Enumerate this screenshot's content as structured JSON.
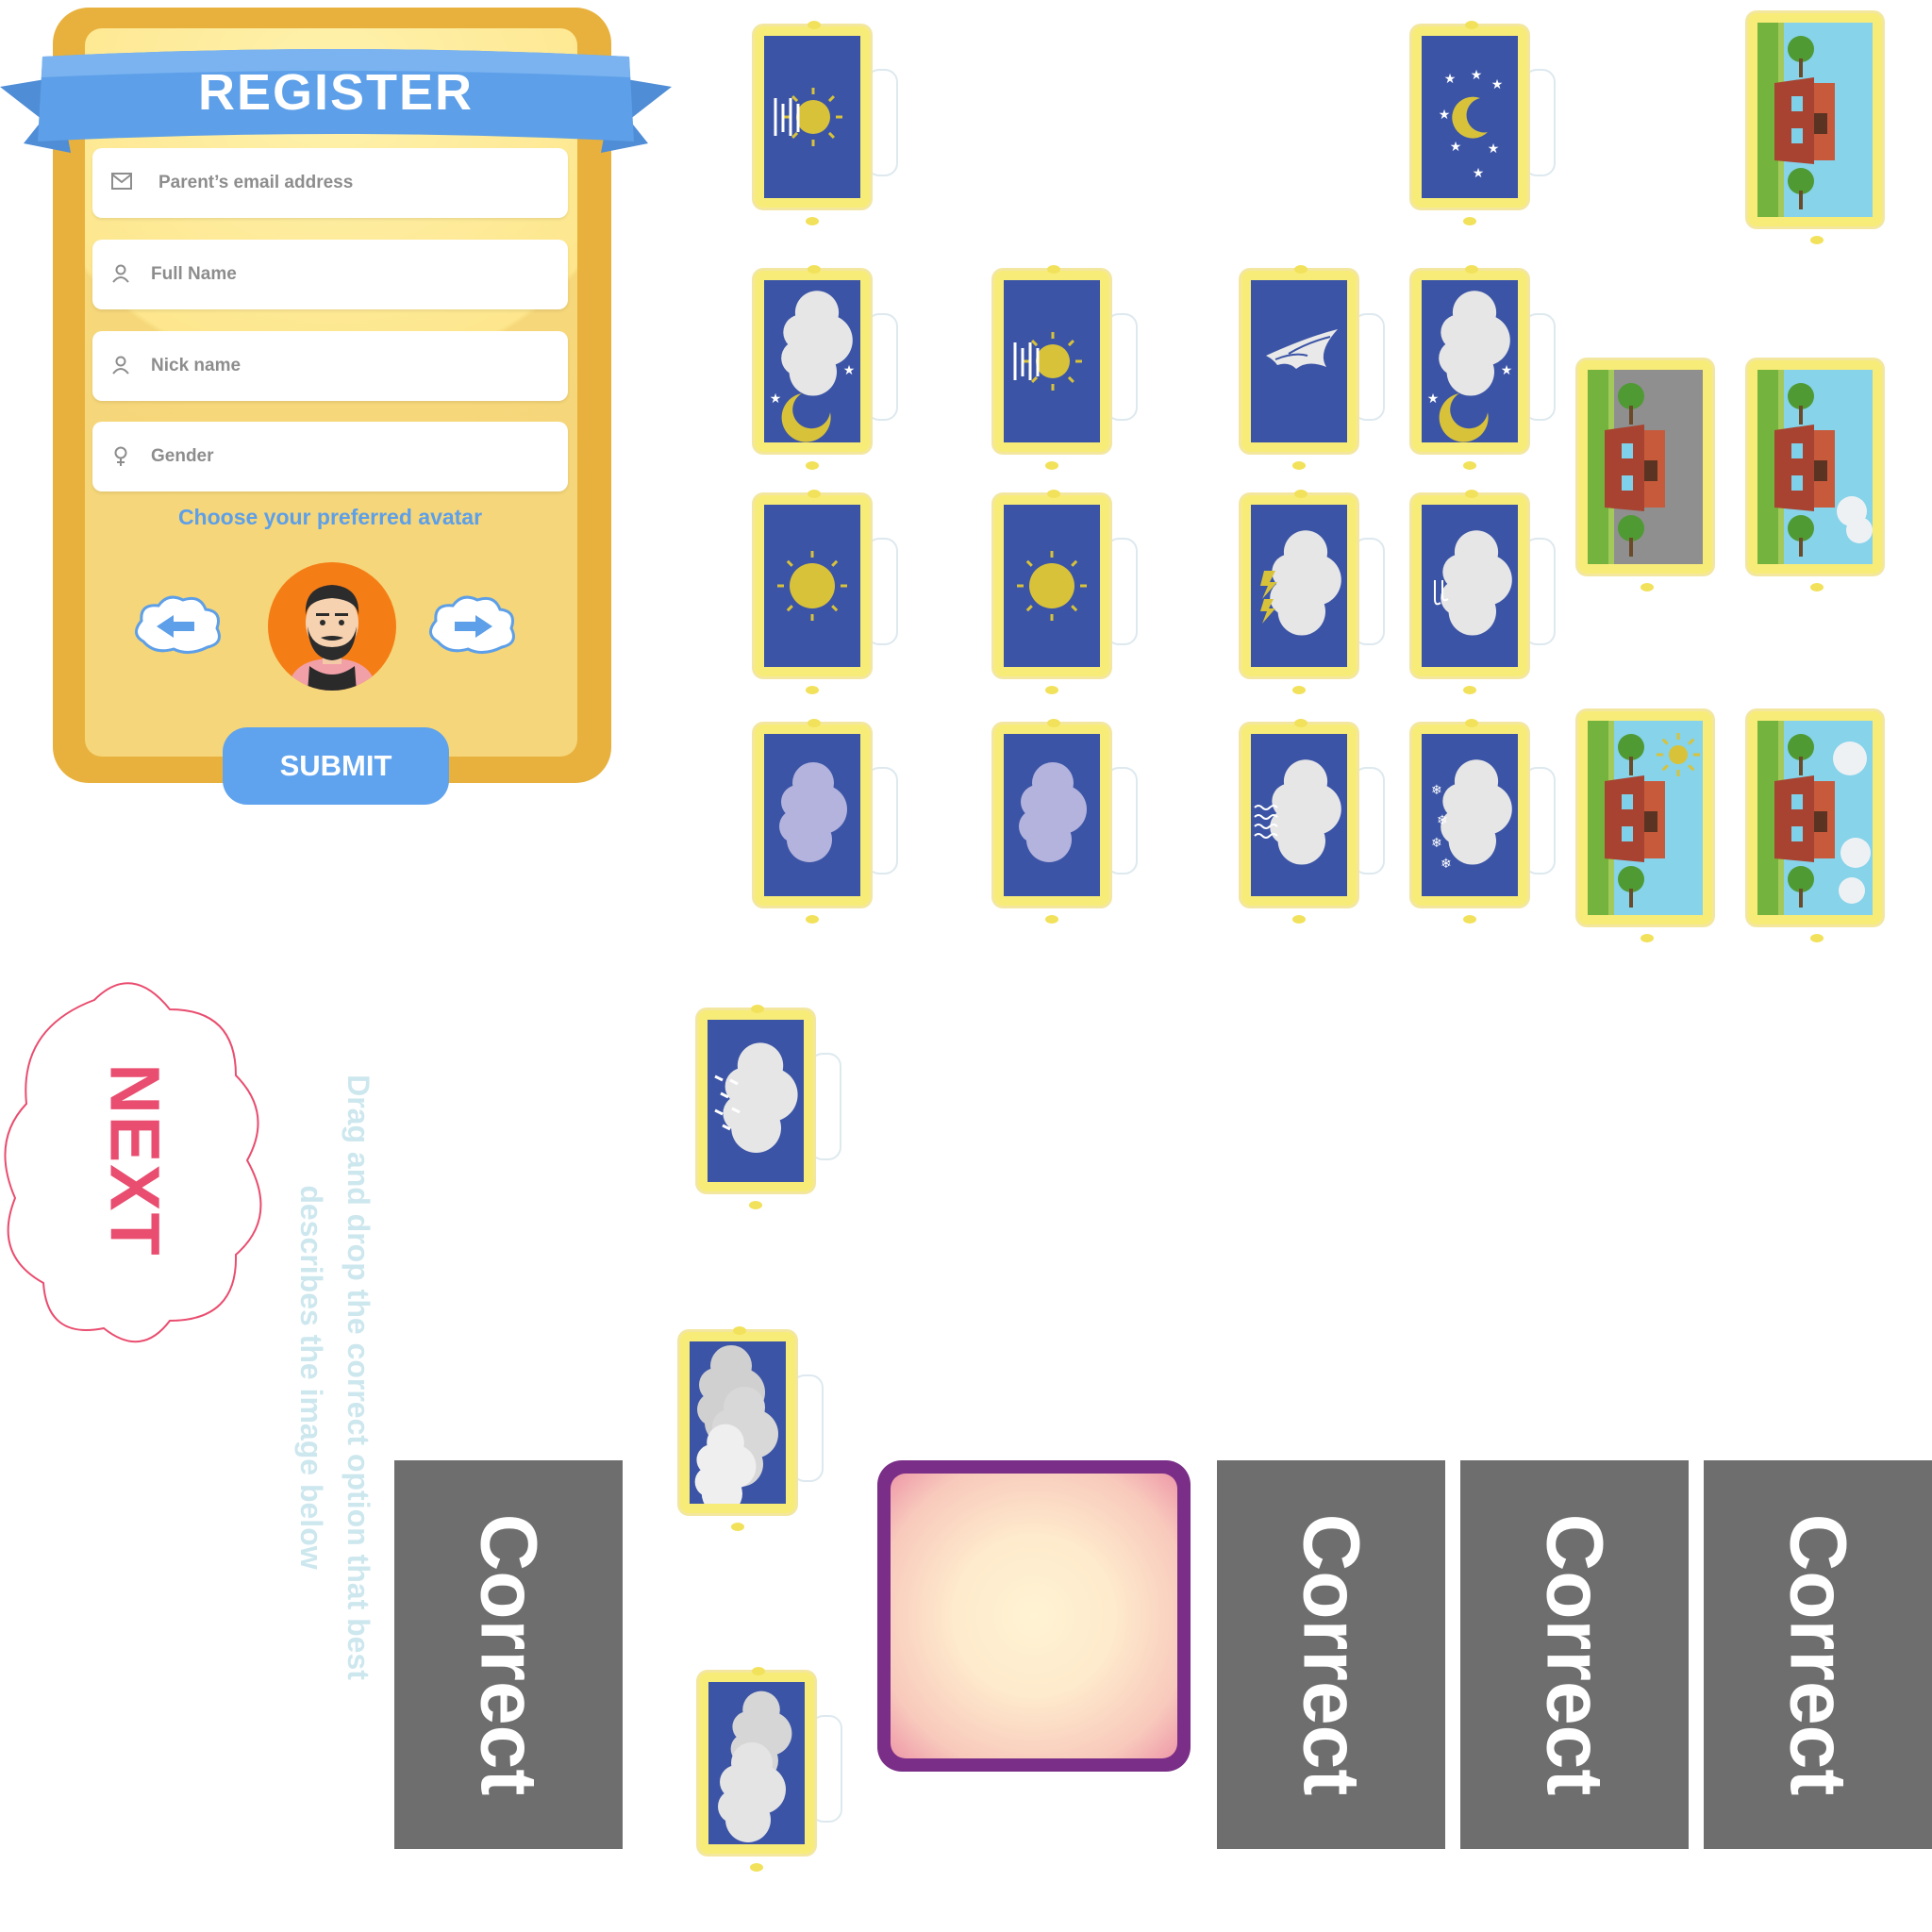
{
  "register": {
    "title": "REGISTER",
    "fields": [
      {
        "placeholder": "Parent’s email address",
        "icon": "mail-icon"
      },
      {
        "placeholder": "Full Name",
        "icon": "user-icon"
      },
      {
        "placeholder": "Nick name",
        "icon": "user-icon"
      },
      {
        "placeholder": "Gender",
        "icon": "female-icon"
      }
    ],
    "avatar_prompt": "Choose your preferred avatar",
    "submit_label": "SUBMIT"
  },
  "next_label": "NEXT",
  "instruction": "Drag and drop the correct option that best describes the image below",
  "correct_label": "Correct",
  "colors": {
    "panel": "#e8b13e",
    "ribbon": "#5d9fe8",
    "card_face": "#3b54a6",
    "card_frame": "#f8ec78",
    "correct_panel": "#6e6e6e",
    "next": "#e94d6f",
    "drop_zone_border": "#7a2e87"
  },
  "weather_cards": [
    "haze-sun-icon",
    "night-stars-moon-icon",
    "cloud-moon-night-icon",
    "haze-sun-icon",
    "tornado-icon",
    "cloud-moon-night-icon",
    "sun-icon",
    "sun-icon",
    "thunderstorm-icon",
    "windy-cloud-icon",
    "overcast-cloud-icon",
    "overcast-cloud-icon",
    "fog-cloud-icon",
    "snow-cloud-icon",
    "rain-cloud-icon",
    "heavy-clouds-icon",
    "cloudy-icon"
  ],
  "scene_cards": [
    "house-clear-scene",
    "house-stormy-scene",
    "house-windy-scene",
    "house-sunny-scene",
    "house-cloudy-scene"
  ]
}
